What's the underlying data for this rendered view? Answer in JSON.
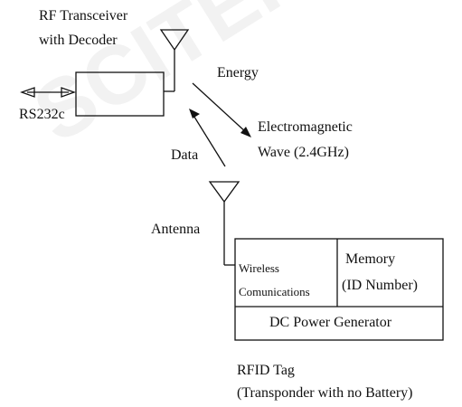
{
  "watermark": "SCITEPRESS Technology",
  "reader": {
    "title_line1": "RF Transceiver",
    "title_line2": "with Decoder",
    "interface_label": "RS232c"
  },
  "links": {
    "energy_label": "Energy",
    "data_label": "Data",
    "wave_line1": "Electromagnetic",
    "wave_line2": "Wave (2.4GHz)"
  },
  "tag": {
    "antenna_label": "Antenna",
    "wireless_line1": "Wireless",
    "wireless_line2": "Comunications",
    "memory_line1": "Memory",
    "memory_line2": "(ID Number)",
    "power_label": "DC Power Generator",
    "caption_line1": "RFID Tag",
    "caption_line2": "(Transponder with no Battery)"
  },
  "colors": {
    "line": "#111111",
    "background": "#ffffff"
  }
}
